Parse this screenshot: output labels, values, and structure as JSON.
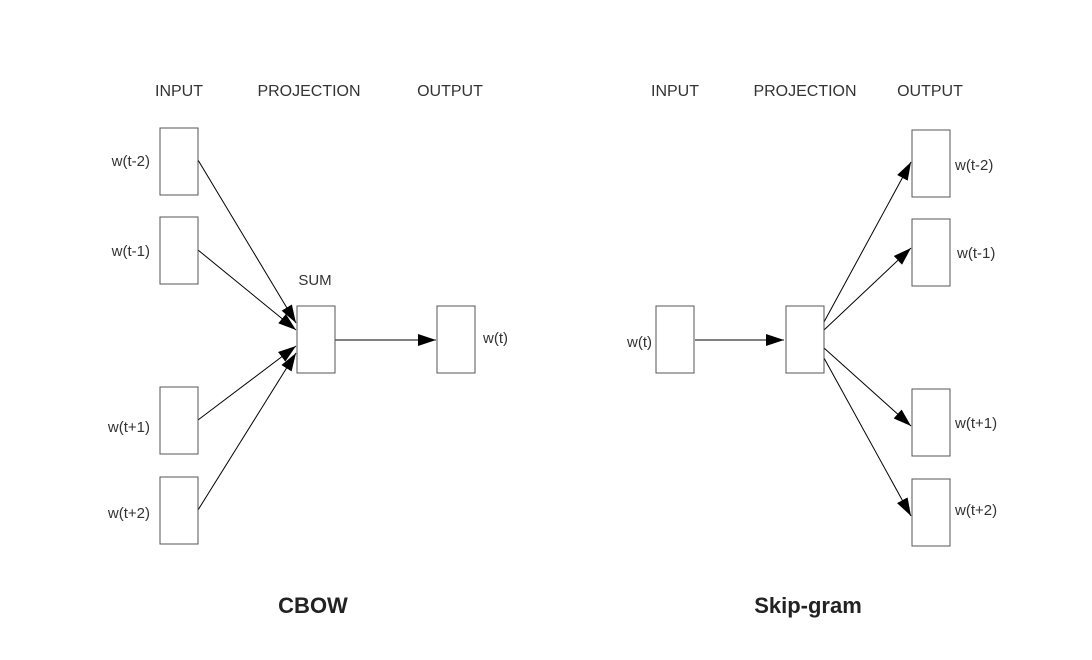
{
  "cbow": {
    "title": "CBOW",
    "headers": {
      "input": "INPUT",
      "projection": "PROJECTION",
      "output": "OUTPUT"
    },
    "inputs": [
      "w(t-2)",
      "w(t-1)",
      "w(t+1)",
      "w(t+2)"
    ],
    "projection_label": "SUM",
    "output": "w(t)"
  },
  "skipgram": {
    "title": "Skip-gram",
    "headers": {
      "input": "INPUT",
      "projection": "PROJECTION",
      "output": "OUTPUT"
    },
    "input": "w(t)",
    "outputs": [
      "w(t-2)",
      "w(t-1)",
      "w(t+1)",
      "w(t+2)"
    ]
  },
  "colors": {
    "box_stroke": "#555555",
    "arrow": "#000000",
    "text": "#333333"
  }
}
